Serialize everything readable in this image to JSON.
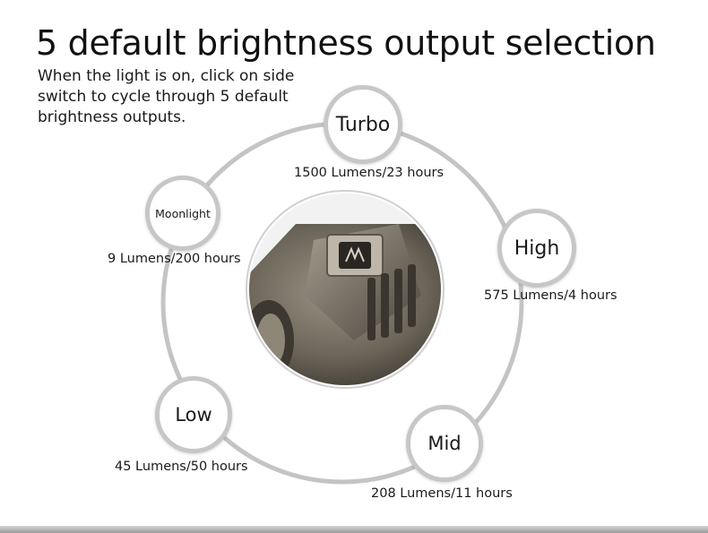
{
  "header": {
    "title": "5 default brightness output selection",
    "subtitle": "When the light is on, click on side switch to cycle through 5 default brightness outputs."
  },
  "modes": [
    {
      "name": "Turbo",
      "output": "1500 Lumens/23 hours"
    },
    {
      "name": "High",
      "output": "575 Lumens/4 hours"
    },
    {
      "name": "Mid",
      "output": "208 Lumens/11 hours"
    },
    {
      "name": "Low",
      "output": "45 Lumens/50 hours"
    },
    {
      "name": "Moonlight",
      "output": "9 Lumens/200 hours"
    }
  ],
  "colors": {
    "ring": "#c4c4c4",
    "bubble_border": "#c7c7c7",
    "flashlight_body": "#6b6458"
  }
}
